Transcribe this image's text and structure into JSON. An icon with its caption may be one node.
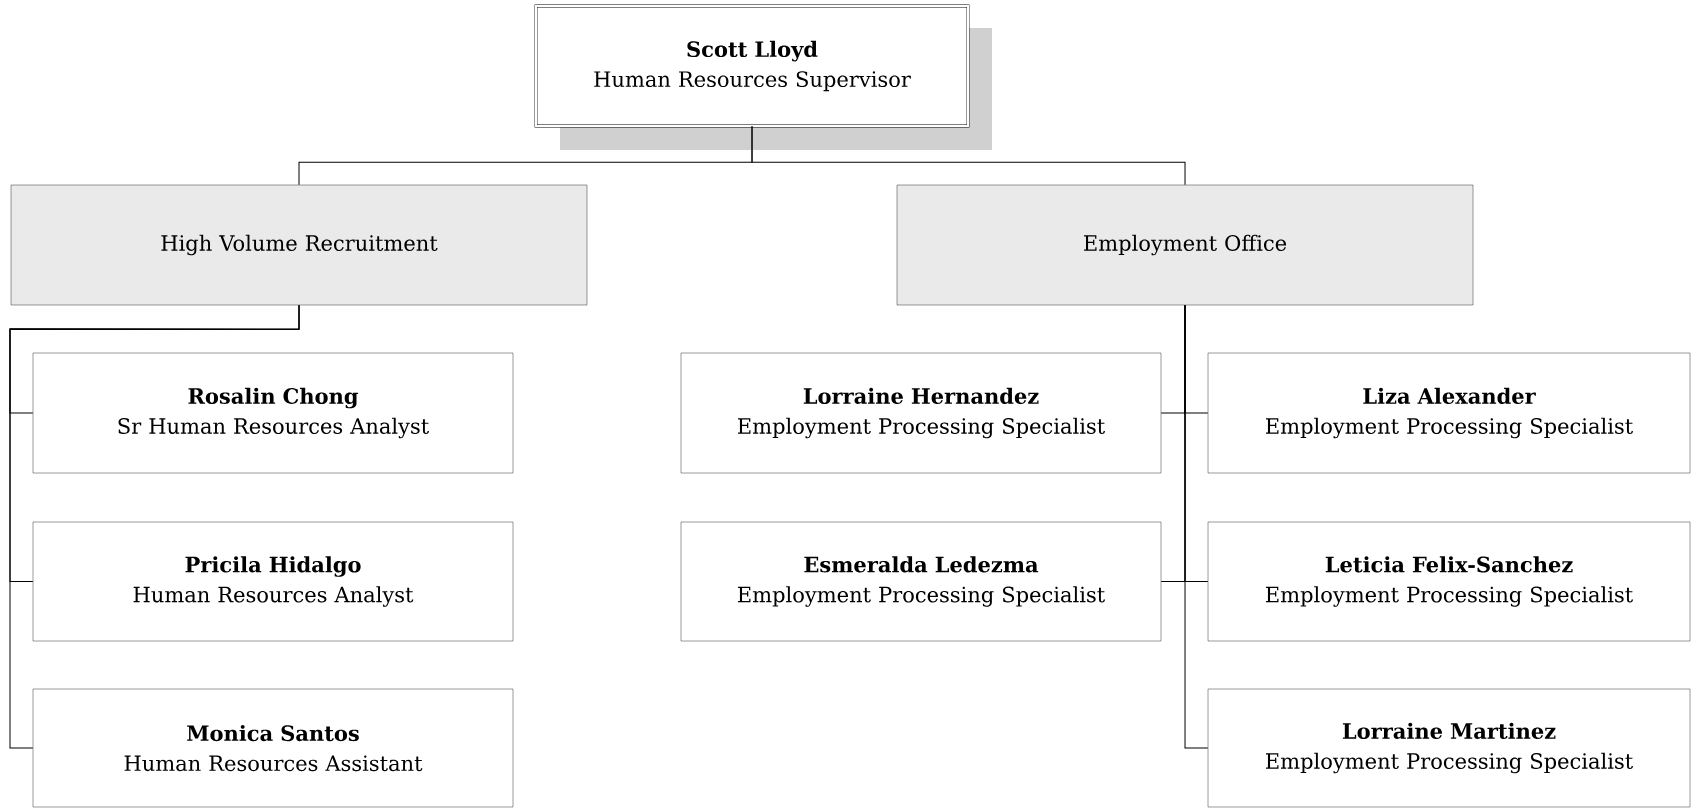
{
  "diagram": {
    "nodes": [
      {
        "text": [
          "Scott Lloyd",
          "Human Resources Supervisor"
        ]
      },
      {
        "text": [
          "High Volume Recruitment"
        ]
      },
      {
        "text": [
          "Employment Office"
        ]
      },
      {
        "text": [
          "Rosalin Chong",
          "Sr Human Resources Analyst"
        ]
      },
      {
        "text": [
          "Pricila Hidalgo",
          "Human Resources Analyst"
        ]
      },
      {
        "text": [
          "Monica Santos",
          "Human Resources Assistant"
        ]
      },
      {
        "text": [
          "Lorraine Hernandez",
          "Employment Processing Specialist"
        ]
      },
      {
        "text": [
          "Liza Alexander",
          "Employment Processing Specialist"
        ]
      },
      {
        "text": [
          "Esmeralda Ledezma",
          "Employment Processing Specialist"
        ]
      },
      {
        "text": [
          "Leticia Felix-Sanchez",
          "Employment Processing Specialist"
        ]
      },
      {
        "text": [
          "Lorraine Martinez",
          "Employment Processing Specialist"
        ]
      }
    ],
    "edges": [
      {
        "from": 0,
        "to": 1,
        "arrow": "none"
      },
      {
        "from": 0,
        "to": 2,
        "arrow": "none"
      },
      {
        "from": 1,
        "to": 3,
        "arrow": "none"
      },
      {
        "from": 1,
        "to": 4,
        "arrow": "none"
      },
      {
        "from": 1,
        "to": 5,
        "arrow": "none"
      },
      {
        "from": 2,
        "to": 6,
        "arrow": "none"
      },
      {
        "from": 2,
        "to": 7,
        "arrow": "none"
      },
      {
        "from": 2,
        "to": 8,
        "arrow": "none"
      },
      {
        "from": 2,
        "to": 9,
        "arrow": "none"
      },
      {
        "from": 2,
        "to": 10,
        "arrow": "none"
      }
    ]
  }
}
